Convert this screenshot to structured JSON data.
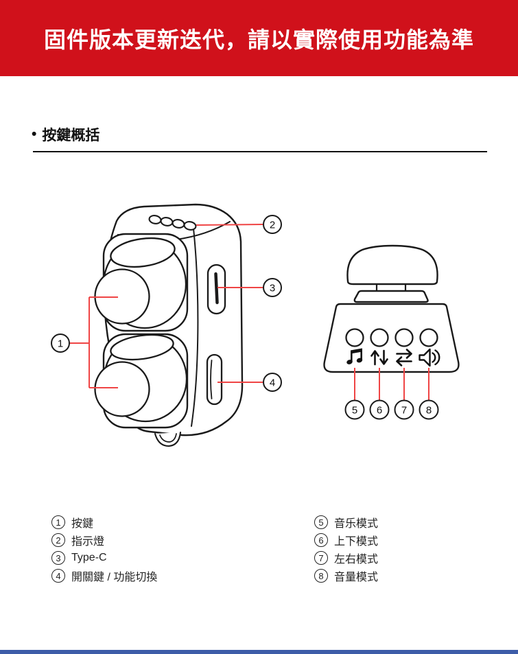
{
  "banner": {
    "text": "固件版本更新迭代，請以實際使用功能為準",
    "background_color": "#D0111B",
    "text_color": "#FFFFFF"
  },
  "section": {
    "bullet": "•",
    "title": "按鍵概括"
  },
  "colors": {
    "line_black": "#1A1A1A",
    "callout_red": "#EF4444",
    "bottom_strip_blue": "#3D5CA8"
  },
  "icons": {
    "music_mode": "music-note ♫",
    "updown_mode": "up-down-arrows ⇅",
    "leftright_mode": "left-right-arrows ⇄",
    "volume_mode": "speaker-with-waves"
  },
  "callouts": {
    "n1": "1",
    "n2": "2",
    "n3": "3",
    "n4": "4",
    "n5": "5",
    "n6": "6",
    "n7": "7",
    "n8": "8"
  },
  "legend": {
    "left": [
      {
        "num": "1",
        "label": "按鍵"
      },
      {
        "num": "2",
        "label": "指示燈"
      },
      {
        "num": "3",
        "label": "Type-C"
      },
      {
        "num": "4",
        "label": "開關鍵 / 功能切換"
      }
    ],
    "right": [
      {
        "num": "5",
        "label": "音乐模式"
      },
      {
        "num": "6",
        "label": "上下模式"
      },
      {
        "num": "7",
        "label": "左右模式"
      },
      {
        "num": "8",
        "label": "音量模式"
      }
    ]
  }
}
